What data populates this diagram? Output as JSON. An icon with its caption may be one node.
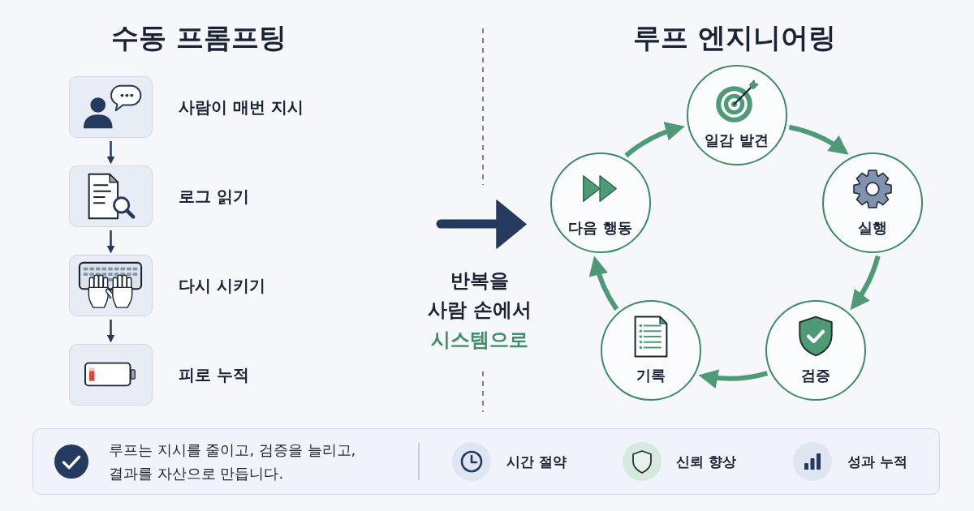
{
  "diagram": {
    "nodes": [
      {
        "text": [],
        "shape": "box",
        "beside": [
          "사람이 매번 지시"
        ]
      },
      {
        "text": [],
        "shape": "box",
        "beside": [
          "로그 읽기"
        ]
      },
      {
        "text": [],
        "shape": "box",
        "beside": [
          "다시 시키기"
        ]
      },
      {
        "text": [],
        "shape": "box",
        "beside": [
          "피로 누적"
        ]
      },
      {
        "text": [
          "일감 발견"
        ]
      },
      {
        "text": [
          "실행"
        ]
      },
      {
        "text": [
          "검증"
        ]
      },
      {
        "text": [
          "기록"
        ]
      },
      {
        "text": [
          "다음 행동"
        ]
      }
    ],
    "edges": [
      {
        "from": 0,
        "to": 1,
        "arrow": "to",
        "color": "#243a5e"
      },
      {
        "from": 1,
        "to": 2,
        "arrow": "to",
        "color": "#243a5e"
      },
      {
        "from": 2,
        "to": 3,
        "arrow": "to",
        "color": "#243a5e"
      },
      {
        "from": 4,
        "to": 5,
        "arrow": "to"
      },
      {
        "from": 5,
        "to": 6,
        "arrow": "to"
      },
      {
        "from": 6,
        "to": 7,
        "arrow": "to"
      },
      {
        "from": 7,
        "to": 8,
        "arrow": "to"
      },
      {
        "from": 8,
        "to": 4,
        "arrow": "to"
      }
    ],
    "labels": [
      "수동 프롬프팅",
      "루프 엔지니어링",
      "반복을",
      "사람 손에서",
      "시스템으로",
      "루프는 지시를 줄이고, 검증을 늘리고, 결과를 자산으로 만듭니다.",
      "시간 절약",
      "신뢰 향상",
      "성과 누적"
    ]
  }
}
